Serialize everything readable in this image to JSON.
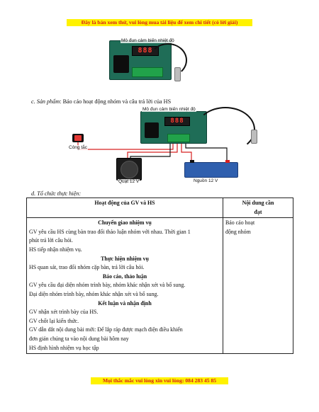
{
  "banner_top": "Đây là bản xem thử, vui lòng mua tài liệu để xem chi tiết (có lời giải)",
  "figure1": {
    "caption": "Mô đun cảm biến nhiệt độ",
    "display": "888"
  },
  "product_line": {
    "label": "c. Sản phẩm",
    "text": ": Báo cáo hoạt động nhóm và câu trả lời của HS"
  },
  "figure2": {
    "module_caption": "Mô đun cảm biến nhiệt độ",
    "display": "888",
    "switch_caption": "Công tắc",
    "fan_caption": "Quạt 12 V",
    "battery_caption": "Nguồn 12 V"
  },
  "organize_line": "d. Tổ chức thực hiện:",
  "table": {
    "col1_header": "Hoạt động của GV và HS",
    "col2_header_line1": "Nội dung cần",
    "col2_header_line2": "đạt",
    "sections": [
      {
        "title": "Chuyển giao nhiệm vụ",
        "lines": [
          "GV yêu cầu HS cùng bàn trao đổi thảo luận nhóm với nhau. Thời gian 1",
          "phút trả lời câu hỏi.",
          "HS tiếp nhận nhiệm vụ."
        ]
      },
      {
        "title": "Thực hiện nhiệm vụ",
        "lines": [
          "HS quan sát, trao đổi nhóm cặp bàn, trả lời câu hỏi."
        ]
      },
      {
        "title": "Báo cáo, thảo luận",
        "lines": [
          "GV yêu cầu đại diện nhóm trình bày, nhóm khác nhận xét và bổ sung.",
          "Đại diện nhóm trình bày, nhóm khác nhận xét và bổ sung."
        ]
      },
      {
        "title": "Kết luận và nhận định",
        "lines": [
          "GV nhận xét trình bày của HS.",
          "GV chốt lại kiến thức.",
          "GV dẫn dắt nội dung bài mới: Để lắp ráp được mạch điện điều khiển",
          "đơn giản chúng ta vào nội dung bài hôm nay",
          "HS định hình nhiệm vụ học tập"
        ]
      }
    ],
    "col2_line1": "Báo cáo hoạt",
    "col2_line2": "động nhóm"
  },
  "banner_bottom": "Mọi thắc mắc vui lòng xin vui lòng: 084 283 45 85",
  "colors": {
    "banner_bg": "#fff200",
    "banner_text": "#d81b1b",
    "board": "#1f6d57",
    "led": "#ff3b2f"
  }
}
